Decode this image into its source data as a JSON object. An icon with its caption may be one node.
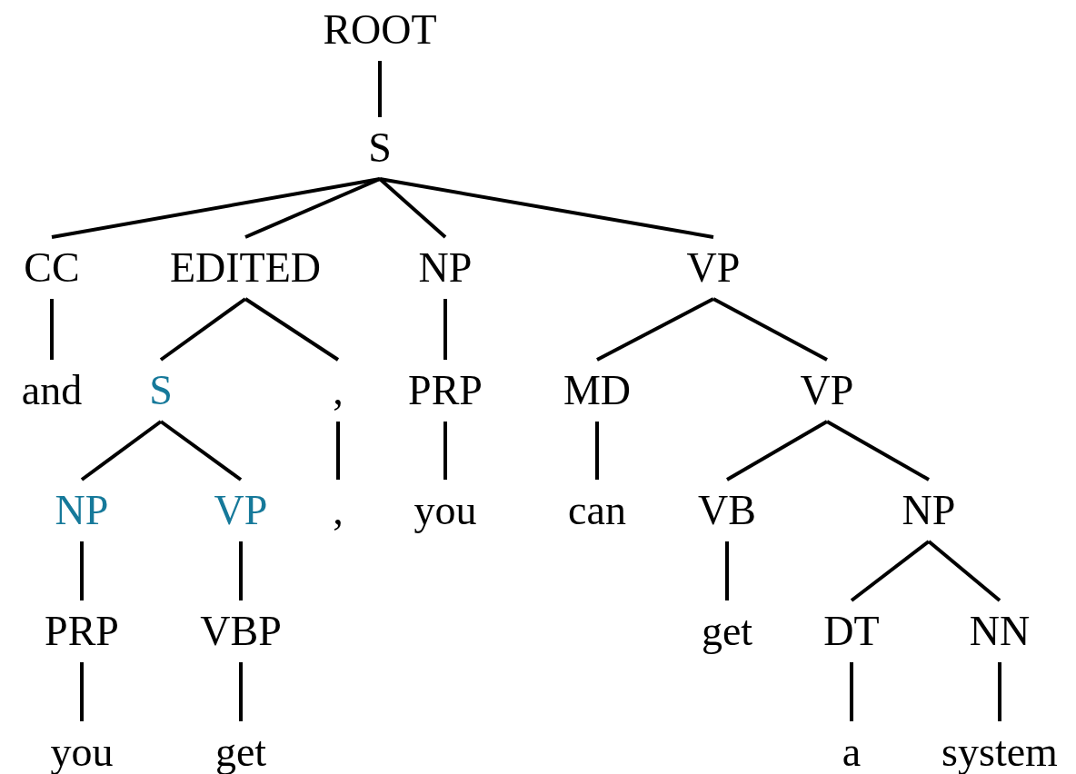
{
  "diagram": {
    "nodes": [
      {
        "text": [
          "ROOT"
        ]
      },
      {
        "text": [
          "S"
        ]
      },
      {
        "text": [
          "CC"
        ]
      },
      {
        "text": [
          "EDITED"
        ]
      },
      {
        "text": [
          "NP"
        ]
      },
      {
        "text": [
          "VP"
        ]
      },
      {
        "text": [
          "and"
        ]
      },
      {
        "text": [
          "S"
        ]
      },
      {
        "text": [
          ","
        ]
      },
      {
        "text": [
          "PRP"
        ]
      },
      {
        "text": [
          "MD"
        ]
      },
      {
        "text": [
          "VP"
        ]
      },
      {
        "text": [
          "NP"
        ]
      },
      {
        "text": [
          "VP"
        ]
      },
      {
        "text": [
          ","
        ]
      },
      {
        "text": [
          "you"
        ]
      },
      {
        "text": [
          "can"
        ]
      },
      {
        "text": [
          "VB"
        ]
      },
      {
        "text": [
          "NP"
        ]
      },
      {
        "text": [
          "PRP"
        ]
      },
      {
        "text": [
          "VBP"
        ]
      },
      {
        "text": [
          "get"
        ]
      },
      {
        "text": [
          "DT"
        ]
      },
      {
        "text": [
          "NN"
        ]
      },
      {
        "text": [
          "you"
        ]
      },
      {
        "text": [
          "get"
        ]
      },
      {
        "text": [
          "a"
        ]
      },
      {
        "text": [
          "system"
        ]
      }
    ],
    "edges": [
      {
        "from": 0,
        "to": 1,
        "arrow": "none"
      },
      {
        "from": 1,
        "to": 2,
        "arrow": "none"
      },
      {
        "from": 1,
        "to": 3,
        "arrow": "none"
      },
      {
        "from": 1,
        "to": 4,
        "arrow": "none"
      },
      {
        "from": 1,
        "to": 5,
        "arrow": "none"
      },
      {
        "from": 2,
        "to": 6,
        "arrow": "none"
      },
      {
        "from": 3,
        "to": 7,
        "arrow": "none"
      },
      {
        "from": 3,
        "to": 8,
        "arrow": "none"
      },
      {
        "from": 4,
        "to": 9,
        "arrow": "none"
      },
      {
        "from": 5,
        "to": 10,
        "arrow": "none"
      },
      {
        "from": 5,
        "to": 11,
        "arrow": "none"
      },
      {
        "from": 7,
        "to": 12,
        "arrow": "none"
      },
      {
        "from": 7,
        "to": 13,
        "arrow": "none"
      },
      {
        "from": 8,
        "to": 14,
        "arrow": "none"
      },
      {
        "from": 9,
        "to": 15,
        "arrow": "none"
      },
      {
        "from": 10,
        "to": 16,
        "arrow": "none"
      },
      {
        "from": 11,
        "to": 17,
        "arrow": "none"
      },
      {
        "from": 11,
        "to": 18,
        "arrow": "none"
      },
      {
        "from": 12,
        "to": 19,
        "arrow": "none"
      },
      {
        "from": 13,
        "to": 20,
        "arrow": "none"
      },
      {
        "from": 17,
        "to": 21,
        "arrow": "none"
      },
      {
        "from": 18,
        "to": 22,
        "arrow": "none"
      },
      {
        "from": 18,
        "to": 23,
        "arrow": "none"
      },
      {
        "from": 19,
        "to": 24,
        "arrow": "none"
      },
      {
        "from": 20,
        "to": 25,
        "arrow": "none"
      },
      {
        "from": 22,
        "to": 26,
        "arrow": "none"
      },
      {
        "from": 23,
        "to": 27,
        "arrow": "none"
      }
    ]
  }
}
